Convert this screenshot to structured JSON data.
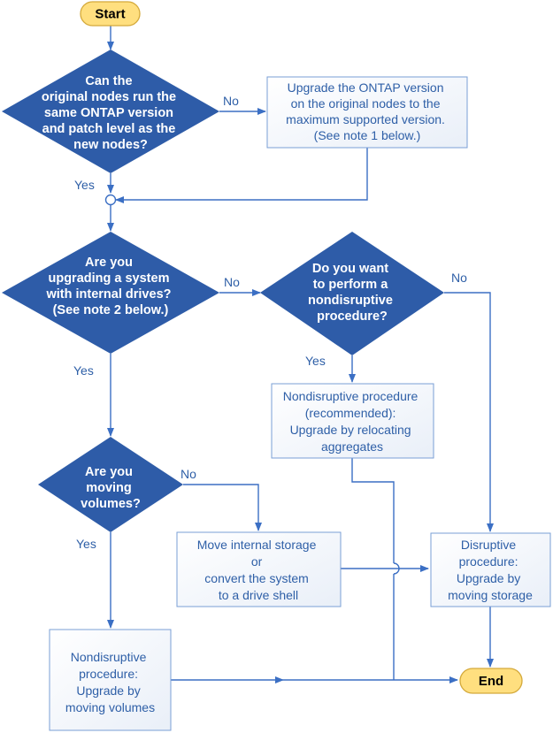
{
  "terminals": {
    "start": "Start",
    "end": "End"
  },
  "decisions": {
    "same_version": [
      "Can the",
      "original nodes run the",
      "same ONTAP version",
      "and patch level as the",
      "new nodes?"
    ],
    "internal_drives": [
      "Are you",
      "upgrading a system",
      "with internal drives?",
      "(See note 2 below.)"
    ],
    "nondisruptive": [
      "Do you want",
      "to perform a",
      "nondisruptive",
      "procedure?"
    ],
    "moving_volumes": [
      "Are you",
      "moving",
      "volumes?"
    ]
  },
  "boxes": {
    "upgrade_ontap": [
      "Upgrade the ONTAP version",
      "on the original nodes to the",
      "maximum supported version.",
      "(See note 1 below.)"
    ],
    "relocating": [
      "Nondisruptive procedure",
      "(recommended):",
      "Upgrade by relocating",
      "aggregates"
    ],
    "move_storage": [
      "Move internal storage",
      "or",
      "convert the system",
      "to a drive shell"
    ],
    "disruptive": [
      "Disruptive",
      "procedure:",
      "Upgrade by",
      "moving storage"
    ],
    "moving_vols": [
      "Nondisruptive",
      "procedure:",
      "Upgrade by",
      "moving volumes"
    ]
  },
  "labels": {
    "no1": "No",
    "yes1": "Yes",
    "no2": "No",
    "yes2": "Yes",
    "no3": "No",
    "yes3": "Yes",
    "no4": "No",
    "yes4": "Yes"
  },
  "colors": {
    "decision_fill": "#2e5ca8",
    "line": "#3b6fc4",
    "terminal_fill": "#ffdf7f",
    "terminal_border": "#d4a93a",
    "text_blue": "#2e5fa7"
  }
}
